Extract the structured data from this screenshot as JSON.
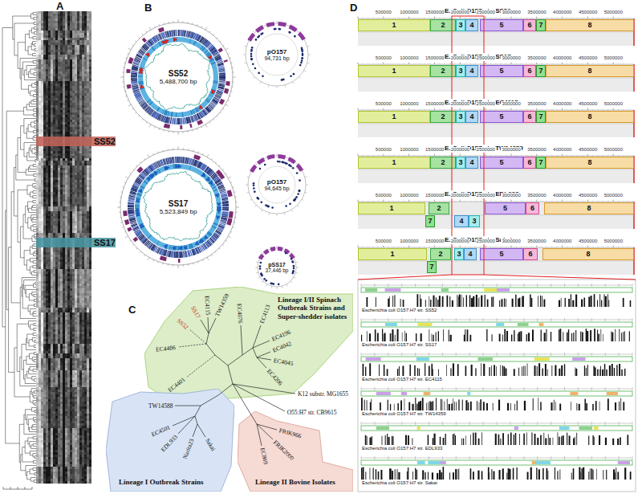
{
  "diagram": {
    "nodes": [
      {
        "text": [
          "SS52"
        ]
      },
      {
        "text": [
          "SS17"
        ]
      },
      {
        "text": [
          "SS52",
          "5,488,700 bp"
        ]
      },
      {
        "text": [
          "pO157",
          "94,731 bp"
        ]
      },
      {
        "text": [
          "SS17",
          "5,523,849 bp"
        ]
      },
      {
        "text": [
          "pO157",
          "94,645 bp"
        ]
      },
      {
        "text": [
          "pSS17",
          "37,446 bp"
        ]
      },
      {
        "text": [
          "Lineage I/II Spinach Outbreak Strains and Super-shedder isolates"
        ]
      },
      {
        "text": [
          "Lineage I Outbreak Strains"
        ]
      },
      {
        "text": [
          "Lineage II Bovine Isolates"
        ]
      },
      {
        "text": [
          "E. Coli O157 str. SS52"
        ]
      },
      {
        "text": [
          "1"
        ],
        "in": 10
      },
      {
        "text": [
          "2"
        ],
        "in": 10
      },
      {
        "text": [
          "3"
        ],
        "in": 10
      },
      {
        "text": [
          "4"
        ],
        "in": 10
      },
      {
        "text": [
          "5"
        ],
        "in": 10
      },
      {
        "text": [
          "6"
        ],
        "in": 10
      },
      {
        "text": [
          "7"
        ],
        "in": 10
      },
      {
        "text": [
          "8"
        ],
        "in": 10
      },
      {
        "text": [
          "E. Coli O157 str. SS17"
        ]
      },
      {
        "text": [
          "1"
        ],
        "in": 19
      },
      {
        "text": [
          "2"
        ],
        "in": 19
      },
      {
        "text": [
          "3"
        ],
        "in": 19
      },
      {
        "text": [
          "4"
        ],
        "in": 19
      },
      {
        "text": [
          "5"
        ],
        "in": 19
      },
      {
        "text": [
          "6"
        ],
        "in": 19
      },
      {
        "text": [
          "7"
        ],
        "in": 19
      },
      {
        "text": [
          "8"
        ],
        "in": 19
      },
      {
        "text": [
          "E. Coli O157 str. EC4115"
        ]
      },
      {
        "text": [
          "1"
        ],
        "in": 28
      },
      {
        "text": [
          "2"
        ],
        "in": 28
      },
      {
        "text": [
          "3"
        ],
        "in": 28
      },
      {
        "text": [
          "4"
        ],
        "in": 28
      },
      {
        "text": [
          "5"
        ],
        "in": 28
      },
      {
        "text": [
          "6"
        ],
        "in": 28
      },
      {
        "text": [
          "7"
        ],
        "in": 28
      },
      {
        "text": [
          "8"
        ],
        "in": 28
      },
      {
        "text": [
          "E. Coli O157 str. TW14359"
        ]
      },
      {
        "text": [
          "1"
        ],
        "in": 37
      },
      {
        "text": [
          "2"
        ],
        "in": 37
      },
      {
        "text": [
          "3"
        ],
        "in": 37
      },
      {
        "text": [
          "4"
        ],
        "in": 37
      },
      {
        "text": [
          "5"
        ],
        "in": 37
      },
      {
        "text": [
          "6"
        ],
        "in": 37
      },
      {
        "text": [
          "7"
        ],
        "in": 37
      },
      {
        "text": [
          "8"
        ],
        "in": 37
      },
      {
        "text": [
          "E. Coli O157 str. EDL933"
        ]
      },
      {
        "text": [
          "1"
        ],
        "in": 46
      },
      {
        "text": [
          "7"
        ],
        "in": 46
      },
      {
        "text": [
          "2"
        ],
        "in": 46
      },
      {
        "text": [
          "4"
        ],
        "in": 46
      },
      {
        "text": [
          "3"
        ],
        "in": 46
      },
      {
        "text": [
          "5"
        ],
        "in": 46
      },
      {
        "text": [
          "6"
        ],
        "in": 46
      },
      {
        "text": [
          "8"
        ],
        "in": 46
      },
      {
        "text": [
          "E. Coli O157 str. Sakai"
        ]
      },
      {
        "text": [
          "1"
        ],
        "in": 55
      },
      {
        "text": [
          "7"
        ],
        "in": 55
      },
      {
        "text": [
          "2"
        ],
        "in": 55
      },
      {
        "text": [
          "3"
        ],
        "in": 55
      },
      {
        "text": [
          "4"
        ],
        "in": 55
      },
      {
        "text": [
          "5"
        ],
        "in": 55
      },
      {
        "text": [
          "6"
        ],
        "in": 55
      },
      {
        "text": [
          "8"
        ],
        "in": 55
      }
    ],
    "labels": [
      "A",
      "B",
      "C",
      "D",
      "EC4486",
      "EC4401",
      "SS52",
      "SS17",
      "EC4115",
      "TW14359",
      "EC4076",
      "EC4113",
      "EC4196",
      "EC4042",
      "EC4045",
      "EC4206",
      "K12 substr. MG1655",
      "O55:H7 str. CB9615",
      "FRIK966",
      "FRIK2000",
      "EC869",
      "TW14588",
      "EC4501",
      "EDL933",
      "Narita23",
      "Sakai",
      "500000",
      "1000000",
      "1500000",
      "2000000",
      "2500000",
      "3000000",
      "3500000",
      "4000000",
      "4500000",
      "5000000",
      "500000",
      "1000000",
      "1500000",
      "2000000",
      "2500000",
      "3000000",
      "3500000",
      "4000000",
      "4500000",
      "5000000",
      "500000",
      "1000000",
      "1500000",
      "2000000",
      "2500000",
      "3000000",
      "3500000",
      "4000000",
      "4500000",
      "5000000",
      "500000",
      "1000000",
      "1500000",
      "2000000",
      "2500000",
      "3000000",
      "3500000",
      "4000000",
      "4500000",
      "5000000",
      "500000",
      "1000000",
      "1500000",
      "2000000",
      "2500000",
      "3000000",
      "3500000",
      "4000000",
      "4500000",
      "5000000",
      "500000",
      "1000000",
      "1500000",
      "2000000",
      "2500000",
      "3000000",
      "3500000",
      "4000000",
      "4500000",
      "5000000",
      "Escherichia coli O157:H7 str. SS52",
      "Escherichia coli O157:H7 str. SS17",
      "Escherichia coli O157:H7 str. EC4115",
      "Escherichia coli O157:H7 str. TW14359",
      "Escherichia coli O157:H7 str. EDL933",
      "Escherichia coli O157:H7 str. Sakai"
    ]
  }
}
